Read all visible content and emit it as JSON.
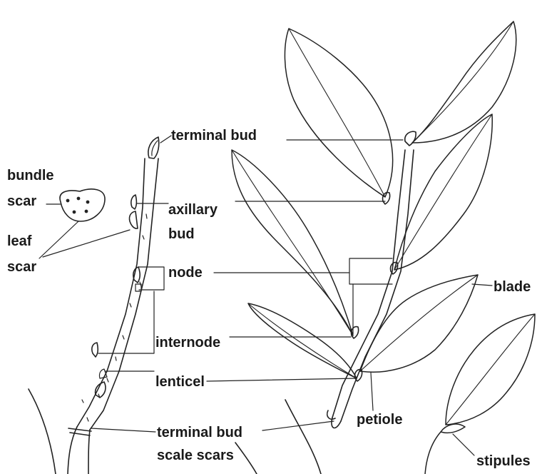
{
  "labels": {
    "terminal_bud": "terminal  bud",
    "bundle": "bundle",
    "scar": "scar",
    "axillary": "axillary",
    "bud": "bud",
    "leaf": "leaf",
    "scar2": "scar",
    "node": "node",
    "blade": "blade",
    "internode": "internode",
    "lenticel": "lenticel",
    "petiole": "petiole",
    "tbss1": "terminal bud",
    "tbss2": "scale scars",
    "stipules": "stipules"
  }
}
